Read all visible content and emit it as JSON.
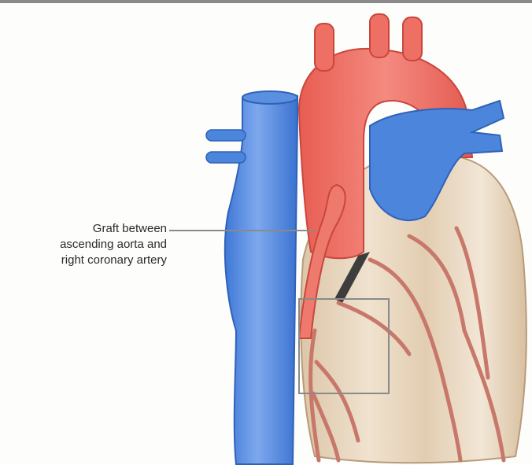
{
  "figure": {
    "callout": {
      "lines": [
        "Graft between",
        "ascending aorta and",
        "right coronary artery"
      ]
    },
    "colors": {
      "aorta": "#ee6f64",
      "vein": "#4b86dc",
      "heart_muscle": "#e6d3b8",
      "coronary_vessels": "#c8786a",
      "callout_line": "#8a8a8a"
    }
  }
}
